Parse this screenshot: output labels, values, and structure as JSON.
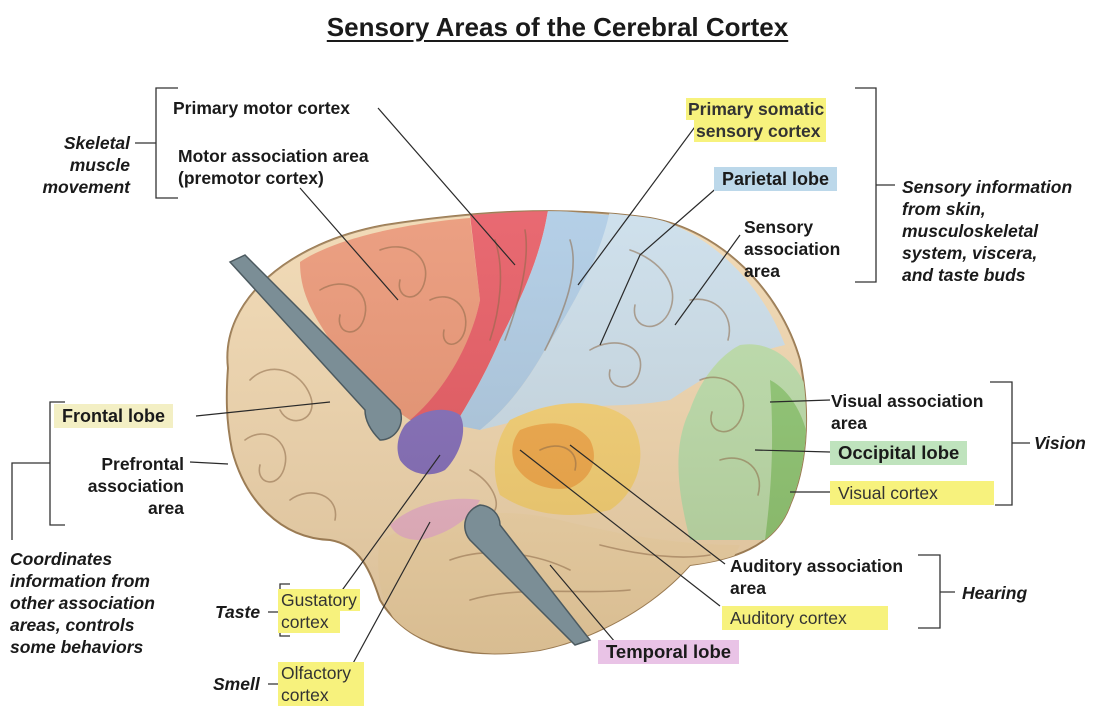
{
  "title": "Sensory Areas of the Cerebral Cortex",
  "labels": {
    "primary_motor_cortex": "Primary motor cortex",
    "motor_association_1": "Motor association area",
    "motor_association_2": "(premotor cortex)",
    "skeletal_1": "Skeletal",
    "skeletal_2": "muscle",
    "skeletal_3": "movement",
    "primary_somatic_1": "Primary somatic",
    "primary_somatic_2": "sensory cortex",
    "parietal_lobe": "Parietal lobe",
    "sensory_assoc_1": "Sensory",
    "sensory_assoc_2": "association",
    "sensory_assoc_3": "area",
    "sensory_info_1": "Sensory information",
    "sensory_info_2": "from skin,",
    "sensory_info_3": "musculoskeletal",
    "sensory_info_4": "system, viscera,",
    "sensory_info_5": "and taste buds",
    "frontal_lobe": "Frontal lobe",
    "prefrontal_1": "Prefrontal",
    "prefrontal_2": "association",
    "prefrontal_3": "area",
    "coordinates_1": "Coordinates",
    "coordinates_2": "information from",
    "coordinates_3": "other association",
    "coordinates_4": "areas, controls",
    "coordinates_5": "some behaviors",
    "visual_assoc_1": "Visual association",
    "visual_assoc_2": "area",
    "occipital_lobe": "Occipital lobe",
    "vision": "Vision",
    "visual_cortex": "Visual cortex",
    "auditory_assoc_1": "Auditory association",
    "auditory_assoc_2": "area",
    "hearing": "Hearing",
    "auditory_cortex": "Auditory cortex",
    "temporal_lobe": "Temporal lobe",
    "taste": "Taste",
    "gustatory_1": "Gustatory",
    "gustatory_2": "cortex",
    "smell": "Smell",
    "olfactory_1": "Olfactory",
    "olfactory_2": "cortex"
  },
  "colors": {
    "frontal": "#f0d6ad",
    "motor": "#e9906e",
    "primary_motor": "#e5505a",
    "somatic": "#a8c8e4",
    "parietal": "#c7dcea",
    "occipital": "#9dcf86",
    "auditory": "#f2b14a",
    "gustatory": "#7a64b8",
    "olfactory": "#e7b0c4",
    "temporal": "#efd4a6",
    "highlight": "#f7f27d"
  }
}
